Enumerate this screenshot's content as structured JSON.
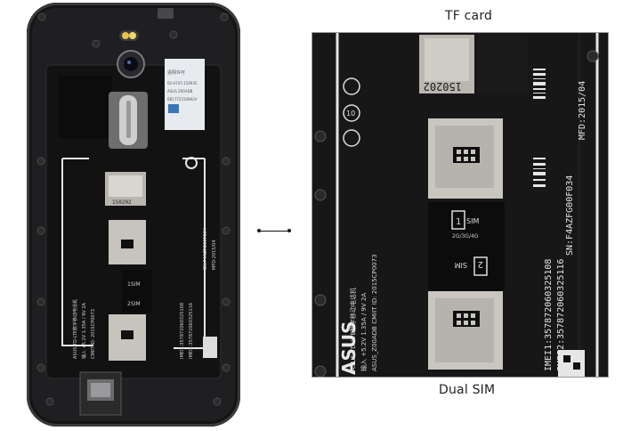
{
  "labels": {
    "tf_card": "TF card",
    "dual_sim": "Dual SIM"
  },
  "phone_back": {
    "permit_sticker": [
      "进网许可",
      "02-A747-150935",
      "ASUS Z00ADB",
      "6B1772150892V"
    ],
    "brand": "ASUS",
    "model": "ASUS_Z00ADB",
    "cmiit_id": "CMIIT ID: 2015CP0073",
    "imei1": "IMEI1:357872060325108",
    "imei2": "IMEI2:357872060325116",
    "sn": "SN:F4AZFG00F034",
    "mfd": "MFD:2015/04",
    "tf_code": "150202",
    "sim1_label": "1 SIM",
    "sim1_sub": "2G/3G/4G",
    "sim2_label": "2 SIM"
  },
  "colors": {
    "body": "#1f1f21",
    "panel": "#121213",
    "metal": "#c9c7c0",
    "label_text": "#d8d8d8"
  },
  "icons": [
    "rear-camera-icon",
    "flash-icon",
    "connector-arrow-icon"
  ]
}
